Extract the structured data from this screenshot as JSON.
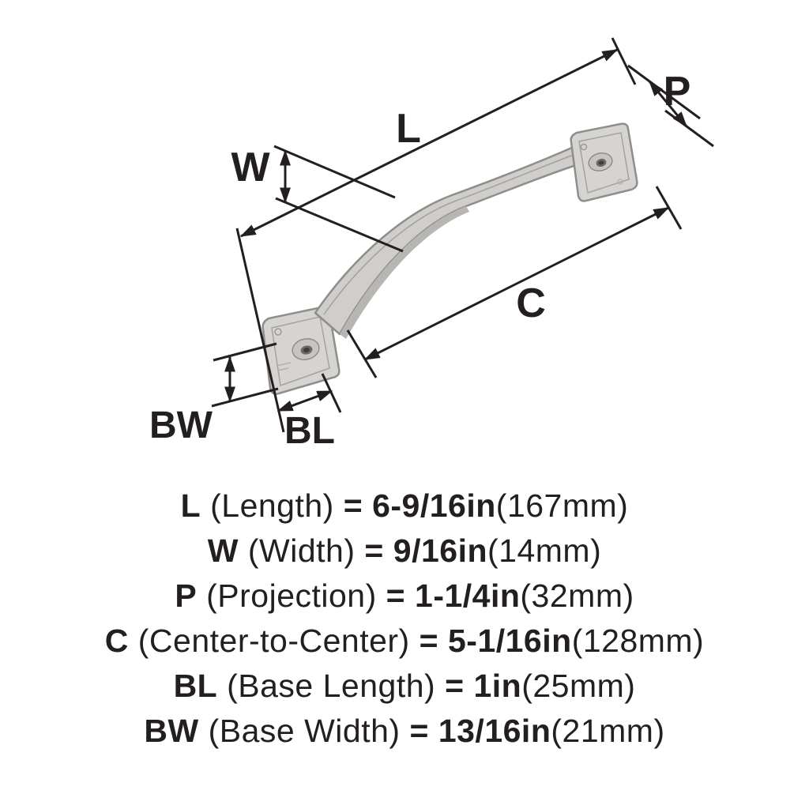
{
  "diagram": {
    "dimension_labels": {
      "length": "L",
      "width": "W",
      "projection": "P",
      "center_to_center": "C",
      "base_length": "BL",
      "base_width": "BW"
    },
    "colors": {
      "line": "#231f20",
      "handle_light": "#d5d4d1",
      "handle_mid": "#c6c5c2",
      "handle_shade": "#b7b6b3",
      "handle_dark": "#6b6a68",
      "hole_dark": "#3f3e3c",
      "outline": "#8f8e8c",
      "background": "#ffffff"
    }
  },
  "specs": [
    {
      "abbr": "L",
      "name": "(Length)",
      "equals": "=",
      "value": "6-9/16in",
      "metric": "(167mm)"
    },
    {
      "abbr": "W",
      "name": "(Width)",
      "equals": "=",
      "value": "9/16in",
      "metric": "(14mm)"
    },
    {
      "abbr": "P",
      "name": "(Projection)",
      "equals": "=",
      "value": "1-1/4in",
      "metric": "(32mm)"
    },
    {
      "abbr": "C",
      "name": "(Center-to-Center)",
      "equals": "=",
      "value": "5-1/16in",
      "metric": "(128mm)"
    },
    {
      "abbr": "BL",
      "name": "(Base Length)",
      "equals": "=",
      "value": "1in",
      "metric": "(25mm)"
    },
    {
      "abbr": "BW",
      "name": "(Base Width)",
      "equals": "=",
      "value": "13/16in",
      "metric": "(21mm)"
    }
  ]
}
